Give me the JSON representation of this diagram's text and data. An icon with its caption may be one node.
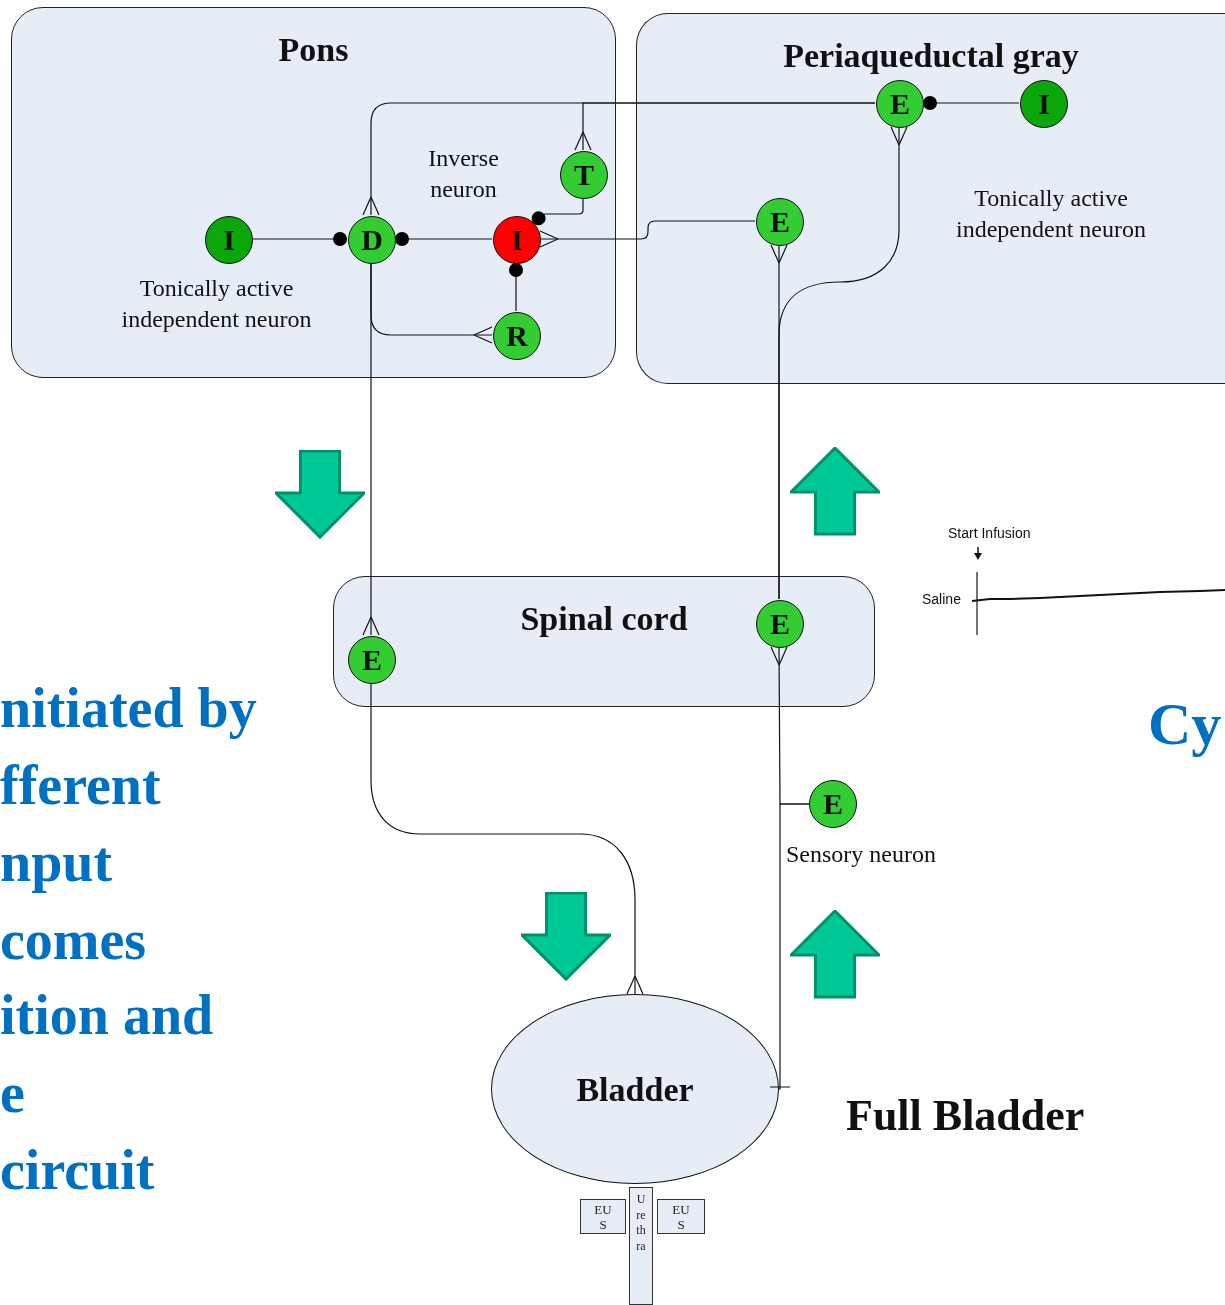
{
  "diagram": {
    "nodes": [
      {
        "text": [
          "Pons"
        ]
      },
      {
        "text": [
          "I"
        ],
        "in": 0,
        "beside": [
          "Tonically active independent neuron"
        ]
      },
      {
        "text": [
          "D"
        ],
        "in": 0
      },
      {
        "text": [
          "I"
        ],
        "in": 0,
        "beside": [
          "Inverse neuron"
        ]
      },
      {
        "text": [
          "T"
        ],
        "in": 0
      },
      {
        "text": [
          "R"
        ],
        "in": 0
      },
      {
        "text": [
          "Periaqueductal gray"
        ]
      },
      {
        "text": [
          "E"
        ],
        "in": 6
      },
      {
        "text": [
          "I"
        ],
        "in": 6,
        "beside": [
          "Tonically active independent neuron"
        ]
      },
      {
        "text": [
          "E"
        ],
        "in": 6
      },
      {
        "text": [
          "Spinal cord"
        ]
      },
      {
        "text": [
          "E"
        ],
        "in": 10
      },
      {
        "text": [
          "E"
        ],
        "in": 10
      },
      {
        "text": [
          "E"
        ],
        "beside": [
          "Sensory neuron"
        ]
      },
      {
        "text": [
          "Bladder"
        ]
      },
      {
        "text": [
          "EUS"
        ]
      },
      {
        "text": [
          "Urethra"
        ]
      },
      {
        "text": [
          "EUS"
        ]
      }
    ],
    "edges": [
      {
        "from": 1,
        "to": 2,
        "arrow": "other"
      },
      {
        "from": 3,
        "to": 2,
        "arrow": "other"
      },
      {
        "from": 4,
        "to": 3,
        "arrow": "other"
      },
      {
        "from": 5,
        "to": 3,
        "arrow": "other"
      },
      {
        "from": 2,
        "to": 5,
        "arrow": "other"
      },
      {
        "from": 7,
        "to": 2,
        "arrow": "other"
      },
      {
        "from": 7,
        "to": 4,
        "arrow": "other"
      },
      {
        "from": 9,
        "to": 3,
        "arrow": "other"
      },
      {
        "from": 8,
        "to": 7,
        "arrow": "other"
      },
      {
        "from": 12,
        "to": 9,
        "arrow": "other"
      },
      {
        "from": 12,
        "to": 7,
        "arrow": "other"
      },
      {
        "from": 2,
        "to": 11,
        "arrow": "other"
      },
      {
        "from": 11,
        "to": 14,
        "arrow": "other"
      },
      {
        "from": 13,
        "to": 12,
        "arrow": "other"
      },
      {
        "from": 13,
        "to": 14,
        "arrow": "none"
      }
    ],
    "labels": [
      "Start Infusion",
      "Saline",
      "nitiated by",
      "Cy",
      "fferent",
      "nput",
      "comes",
      "ition and",
      "e",
      "Full Bladder",
      "circuit"
    ]
  }
}
